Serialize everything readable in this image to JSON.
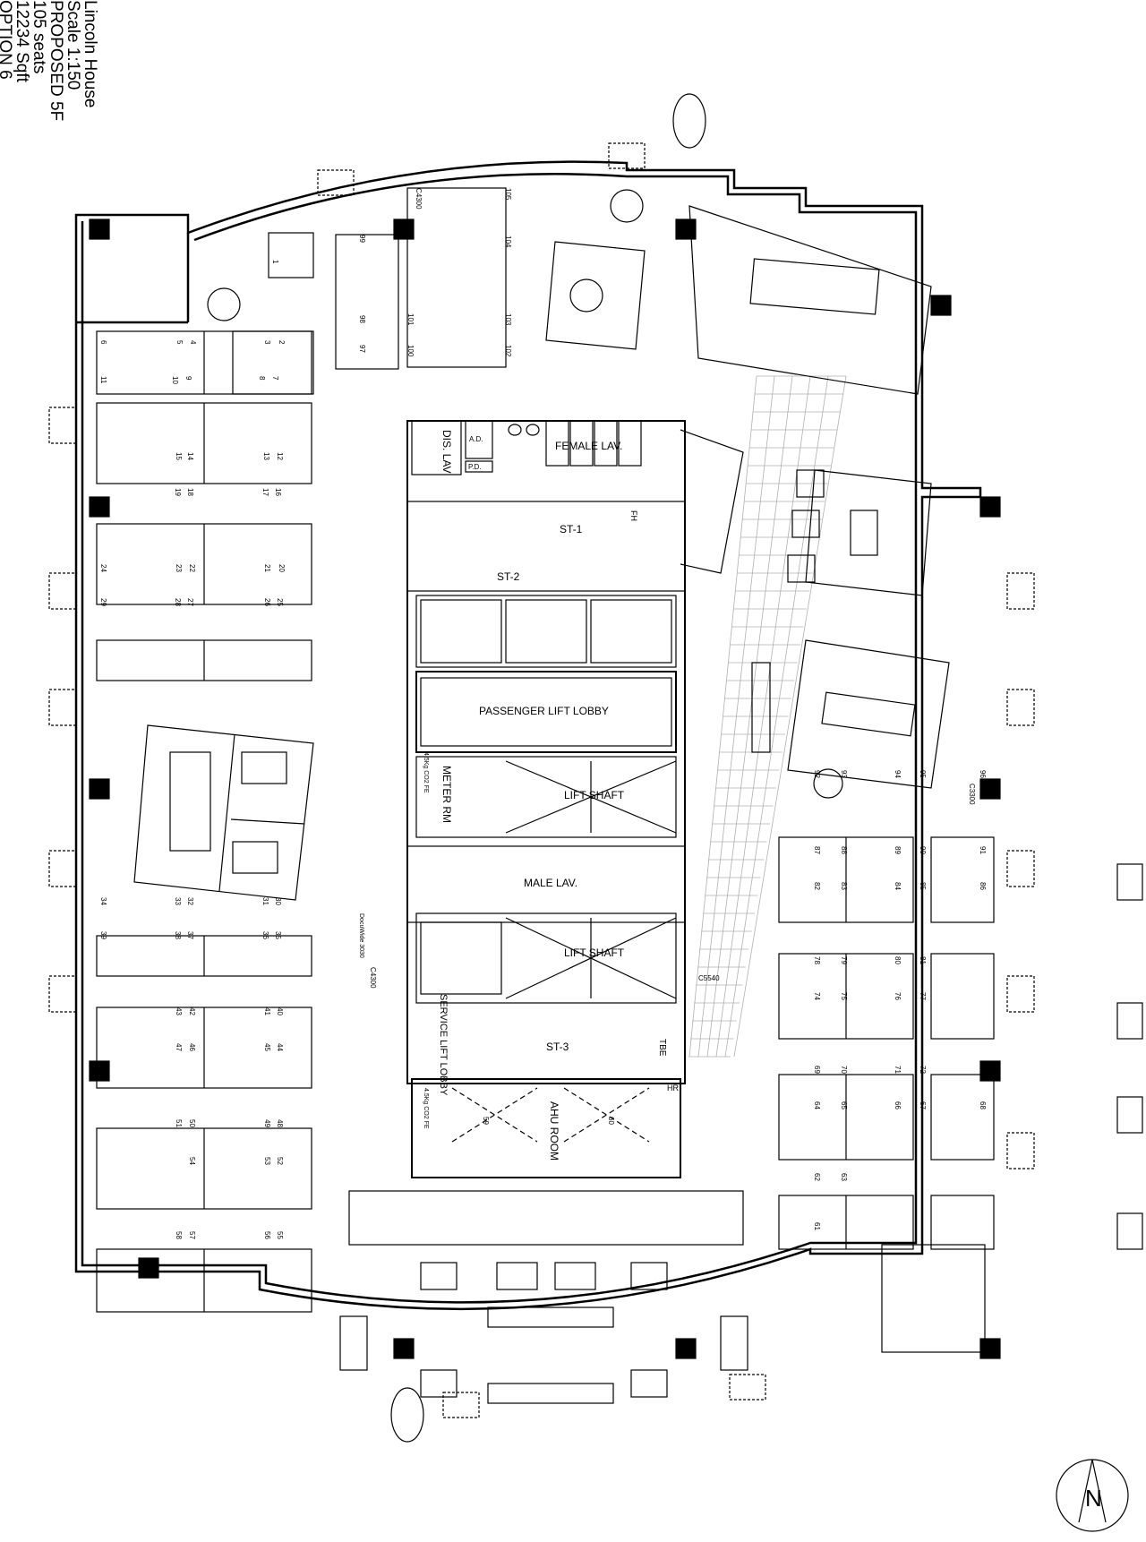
{
  "title_block": {
    "project": "Lincoln House",
    "scale": "Scale 1:150",
    "floor": "PROPOSED 5F",
    "seats": "105 seats",
    "area": "12234 Sqft",
    "option": "OPTION 6"
  },
  "rooms": {
    "dis_lav": "DIS. LAV",
    "ad": "A.D.",
    "pd": "P.D.",
    "female_lav": "FEMALE LAV.",
    "fh": "FH",
    "st1": "ST-1",
    "st2": "ST-2",
    "st3": "ST-3",
    "passenger_lift_lobby": "PASSENGER LIFT LOBBY",
    "meter_rm": "METER RM",
    "lift_shaft_1": "LIFT SHAFT",
    "lift_shaft_2": "LIFT SHAFT",
    "male_lav": "MALE LAV.",
    "service_lift_lobby": "SERVICE LIFT LOBBY",
    "tbe": "TBE",
    "hr": "HR",
    "ahu_room": "AHU ROOM",
    "fe_1": "4.5Kg CO2 FE",
    "fe_2": "4.5Kg CO2 FE"
  },
  "equipment": {
    "printer_top": "C4300",
    "printer_right": "C3300",
    "printer_core": "C4300",
    "printer_c5540": "C5540",
    "docuwide": "DocuWide 3030"
  },
  "seat_numbers": [
    "1",
    "2",
    "3",
    "4",
    "5",
    "6",
    "7",
    "8",
    "9",
    "10",
    "11",
    "12",
    "13",
    "14",
    "15",
    "16",
    "17",
    "18",
    "19",
    "20",
    "21",
    "22",
    "23",
    "24",
    "25",
    "26",
    "27",
    "28",
    "29",
    "30",
    "31",
    "32",
    "33",
    "34",
    "35",
    "36",
    "37",
    "38",
    "39",
    "40",
    "41",
    "42",
    "43",
    "44",
    "45",
    "46",
    "47",
    "48",
    "49",
    "50",
    "51",
    "52",
    "53",
    "54",
    "55",
    "56",
    "57",
    "58",
    "59",
    "60",
    "61",
    "62",
    "63",
    "64",
    "65",
    "66",
    "67",
    "68",
    "69",
    "70",
    "71",
    "72",
    "73",
    "74",
    "75",
    "76",
    "77",
    "78",
    "79",
    "80",
    "81",
    "82",
    "83",
    "84",
    "85",
    "86",
    "87",
    "88",
    "89",
    "90",
    "91",
    "92",
    "93",
    "94",
    "95",
    "96",
    "97",
    "98",
    "99",
    "100",
    "101",
    "102",
    "103",
    "104",
    "105"
  ],
  "north_arrow": "N",
  "colors": {
    "line": "#000000",
    "background": "#ffffff",
    "grid": "#b0b0b0"
  }
}
